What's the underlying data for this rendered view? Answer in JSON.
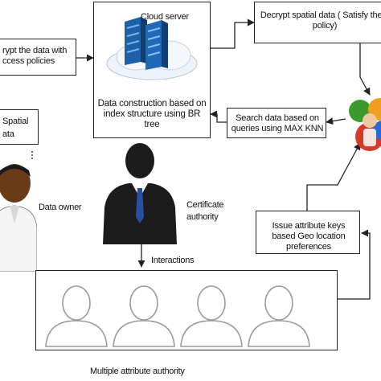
{
  "diagram": {
    "cloud_server": {
      "title": "Cloud server",
      "caption": "Data construction based on index structure using BR tree"
    },
    "encrypt_box": {
      "text": "rypt the data with ccess policies"
    },
    "spatial_box": {
      "text": "Spatial ata"
    },
    "decrypt_box": {
      "text": "Decrypt spatial data ( Satisfy the a policy)"
    },
    "search_box": {
      "text": "Search data based on queries using MAX KNN"
    },
    "issue_box": {
      "text": "Issue attribute keys based Geo location preferences"
    },
    "data_owner": {
      "label": "Data owner"
    },
    "certificate_authority": {
      "label": "Certificate authority"
    },
    "interactions": {
      "label": "Interactions"
    },
    "multi_authority": {
      "label": "Multiple attribute authority"
    }
  },
  "colors": {
    "stroke": "#222222",
    "server_blue": "#1f5fa8",
    "server_light": "#6fb6f2",
    "cloud": "#eef3fb",
    "suit": "#1c1c1c",
    "tie": "#2a4fa0",
    "skin_light": "#f0c8a0",
    "skin_dark": "#6b3b18",
    "users_red": "#d43a2a",
    "users_green": "#3c9a2c",
    "users_orange": "#f0a020",
    "users_blue": "#2a6ad6"
  },
  "icons": [
    "cloud-server-icon",
    "data-owner-icon",
    "certificate-authority-icon",
    "users-group-icon",
    "attribute-authority-person-icon"
  ]
}
